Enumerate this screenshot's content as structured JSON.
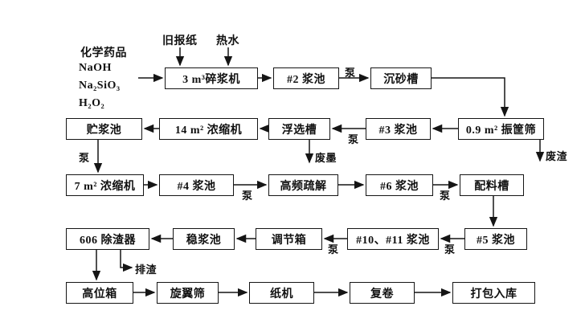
{
  "inputs": {
    "chemicals_heading": "化学药品",
    "chemicals": [
      "NaOH",
      "Na₂SiO₃",
      "H₂O₂"
    ],
    "old_newspaper": "旧报纸",
    "hot_water": "热水"
  },
  "boxes": {
    "pulper": "3 m³碎浆机",
    "pool2": "#2 浆池",
    "sand_trap": "沉砂槽",
    "storage_pool": "贮浆池",
    "thickener14": "14 m² 浓缩机",
    "flotation": "浮选槽",
    "pool3": "#3 浆池",
    "vib_screen": "0.9 m² 振筐筛",
    "thickener7": "7 m² 浓缩机",
    "pool4": "#4 浆池",
    "hf_deflaker": "高频疏解",
    "pool6": "#6 浆池",
    "batch_tank": "配料槽",
    "cleaner606": "606 除渣器",
    "stable_pool": "稳浆池",
    "regulating_box": "调节箱",
    "pool10_11": "#10、#11 浆池",
    "pool5": "#5 浆池",
    "head_box": "高位箱",
    "rotary_screen": "旋翼筛",
    "paper_machine": "纸机",
    "rewinder": "复卷",
    "packing": "打包入库"
  },
  "labels": {
    "pump": "泵",
    "waste_ink": "废墨",
    "waste_residue": "废渣",
    "discharge_residue": "排渣"
  },
  "colors": {
    "line": "#151515",
    "background": "#ffffff"
  }
}
